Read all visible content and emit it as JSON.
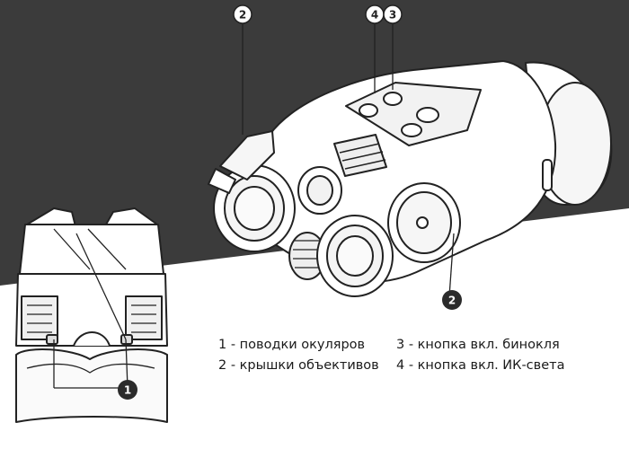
{
  "callouts": {
    "top_left": "2",
    "top_mid_a": "4",
    "top_mid_b": "3",
    "right_lower": "2",
    "bottom_left": "1"
  },
  "legend": {
    "item1": "1 - поводки окуляров",
    "item2": "2 - крышки объективов",
    "item3": "3 - кнопка вкл. бинокля",
    "item4": "4 - кнопка вкл. ИК-света"
  },
  "colors": {
    "background_dark": "#3b3b3b",
    "background_light": "#ffffff",
    "outline": "#222222",
    "callout_fill": "#2b2b2b"
  }
}
